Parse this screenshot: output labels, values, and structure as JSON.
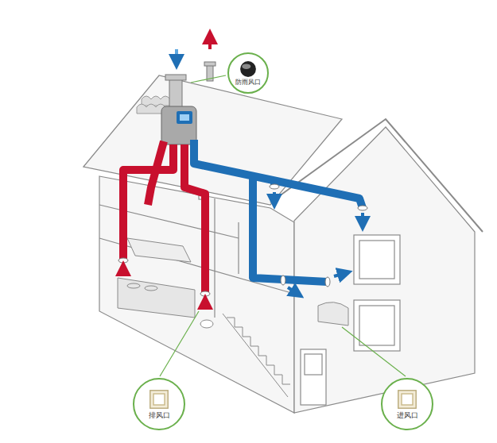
{
  "diagram": {
    "nodes": [
      {
        "text": [
          "防雨风口"
        ]
      },
      {
        "text": [
          "排风口"
        ]
      },
      {
        "text": [
          "进风口"
        ]
      }
    ]
  }
}
